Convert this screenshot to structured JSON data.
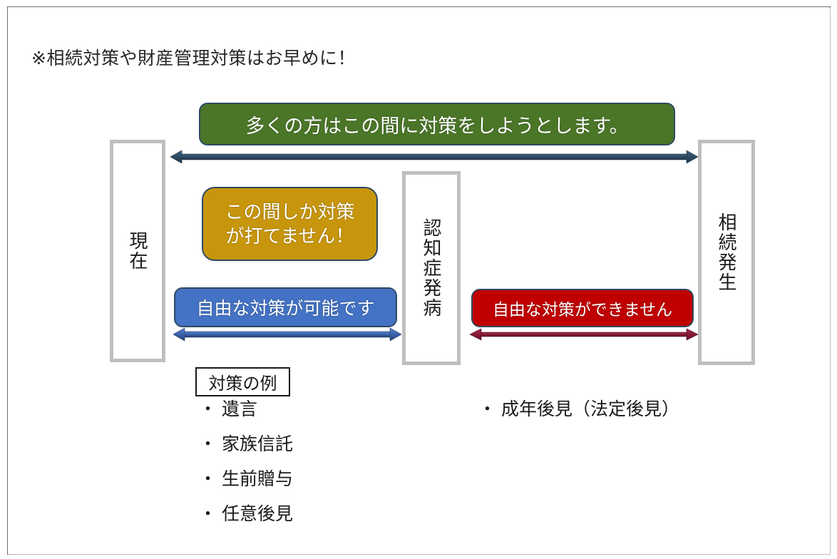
{
  "slide": {
    "heading": "※相続対策や財産管理対策はお早めに！",
    "background_color": "#ffffff",
    "border_color": "#6f6f6f"
  },
  "milestones": [
    {
      "id": "now",
      "label": "現在",
      "border_color": "#bfbfbf"
    },
    {
      "id": "onset",
      "label": "認知症発病",
      "border_color": "#bfbfbf"
    },
    {
      "id": "inherit",
      "label": "相続発生",
      "border_color": "#bfbfbf"
    }
  ],
  "banners": {
    "green": {
      "text": "多くの方はこの間に対策をしようとします。",
      "color": "#4b7628"
    },
    "orange": {
      "line1": "この間しか対策",
      "line2": "が打てません！",
      "color": "#c8960c"
    },
    "blue": {
      "text": "自由な対策が可能です",
      "color": "#4472c4"
    },
    "red": {
      "text": "自由な対策ができません",
      "color": "#c00000"
    }
  },
  "arrows": {
    "top": {
      "name": "span-now-to-inheritance",
      "color": "#2f4a63",
      "double_headed": true
    },
    "blue": {
      "name": "span-now-to-onset",
      "color": "#2f5597",
      "double_headed": true
    },
    "red": {
      "name": "span-onset-to-inheritance",
      "color": "#8b1a34",
      "double_headed": true
    }
  },
  "lists": {
    "left": {
      "title": "対策の例",
      "items": [
        {
          "bullet": "・",
          "text": "遺言"
        },
        {
          "bullet": "・",
          "text": "家族信託"
        },
        {
          "bullet": "・",
          "text": "生前贈与"
        },
        {
          "bullet": "・",
          "text": "任意後見"
        }
      ]
    },
    "right": {
      "items": [
        {
          "bullet": "・",
          "text": "成年後見（法定後見）"
        }
      ]
    }
  }
}
